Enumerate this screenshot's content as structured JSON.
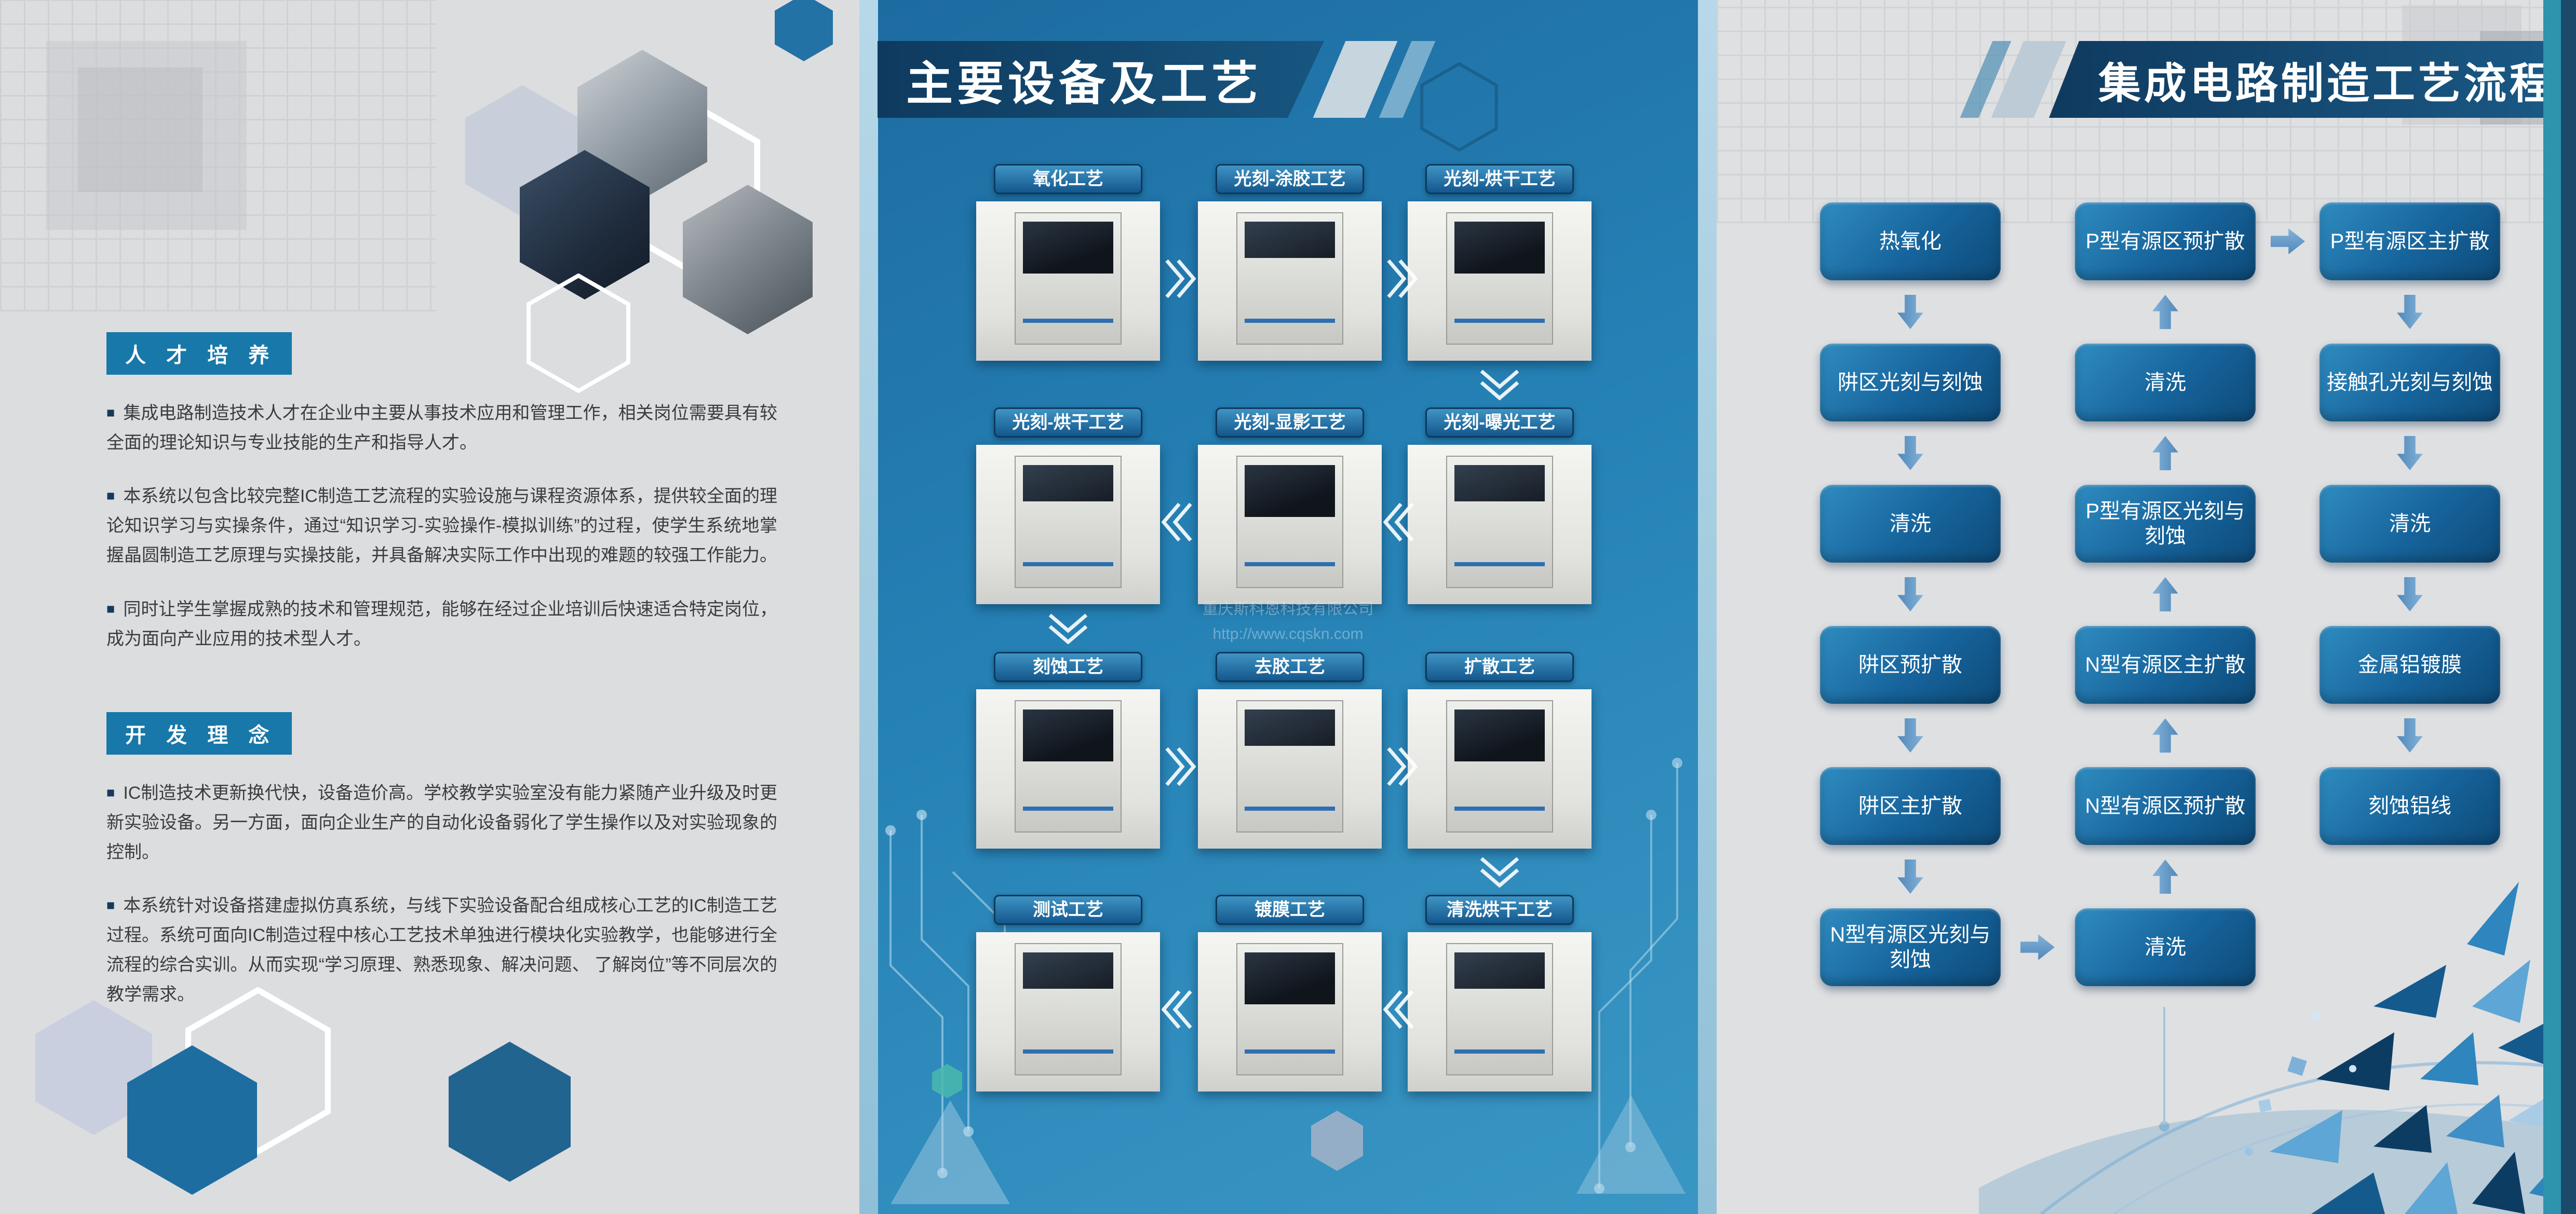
{
  "left_panel": {
    "bullet": "■",
    "sections": [
      {
        "badge": "人 才 培 养",
        "paragraphs": [
          "集成电路制造技术人才在企业中主要从事技术应用和管理工作，相关岗位需要具有较全面的理论知识与专业技能的生产和指导人才。",
          "本系统以包含比较完整IC制造工艺流程的实验设施与课程资源体系，提供较全面的理论知识学习与实操条件，通过“知识学习-实验操作-模拟训练”的过程，使学生系统地掌握晶圆制造工艺原理与实操技能，并具备解决实际工作中出现的难题的较强工作能力。",
          "同时让学生掌握成熟的技术和管理规范，能够在经过企业培训后快速适合特定岗位，成为面向产业应用的技术型人才。"
        ]
      },
      {
        "badge": "开 发 理 念",
        "paragraphs": [
          "IC制造技术更新换代快，设备造价高。学校教学实验室没有能力紧随产业升级及时更新实验设备。另一方面，面向企业生产的自动化设备弱化了学生操作以及对实验现象的控制。",
          "本系统针对设备搭建虚拟仿真系统，与线下实验设备配合组成核心工艺的IC制造工艺过程。系统可面向IC制造过程中核心工艺技术单独进行模块化实验教学，也能够进行全流程的综合实训。从而实现“学习原理、熟悉现象、解决问题、 了解岗位”等不同层次的教学需求。"
        ]
      }
    ]
  },
  "middle_panel": {
    "title": "主要设备及工艺",
    "watermark": {
      "company": "重庆斯科恩科技有限公司",
      "url": "http://www.cqskn.com"
    },
    "equipment_rows": [
      {
        "flow": "right",
        "labels": [
          "氧化工艺",
          "光刻-涂胶工艺",
          "光刻-烘干工艺"
        ]
      },
      {
        "flow": "left",
        "labels": [
          "光刻-烘干工艺",
          "光刻-显影工艺",
          "光刻-曝光工艺"
        ]
      },
      {
        "flow": "right",
        "labels": [
          "刻蚀工艺",
          "去胶工艺",
          "扩散工艺"
        ]
      },
      {
        "flow": "left",
        "labels": [
          "测试工艺",
          "镀膜工艺",
          "清洗烘干工艺"
        ]
      }
    ]
  },
  "right_panel": {
    "title": "集成电路制造工艺流程",
    "columns": [
      {
        "flow": "down",
        "boxes": [
          "热氧化",
          "阱区光刻与刻蚀",
          "清洗",
          "阱区预扩散",
          "阱区主扩散",
          "N型有源区光刻与刻蚀"
        ]
      },
      {
        "flow": "up",
        "boxes": [
          "P型有源区预扩散",
          "清洗",
          "P型有源区光刻与刻蚀",
          "N型有源区主扩散",
          "N型有源区预扩散",
          "清洗"
        ]
      },
      {
        "flow": "down",
        "boxes": [
          "P型有源区主扩散",
          "接触孔光刻与刻蚀",
          "清洗",
          "金属铝镀膜",
          "刻蚀铝线"
        ]
      }
    ]
  },
  "colors": {
    "panel_bg": "#dcdddf",
    "middle_bg_top": "#1d6ba0",
    "middle_bg_bottom": "#3a97c4",
    "title_band_dark": "#0f3a5f",
    "flow_box_top": "#2f8cc0",
    "flow_box_bottom": "#0d4a78",
    "flow_arrow": "#5d94c6",
    "badge_bg": "#1778a9",
    "equip_label_border": "#0d3a5e",
    "edge_bar_teal": "#2e93ad",
    "edge_bar_navy": "#1b4a6b"
  }
}
